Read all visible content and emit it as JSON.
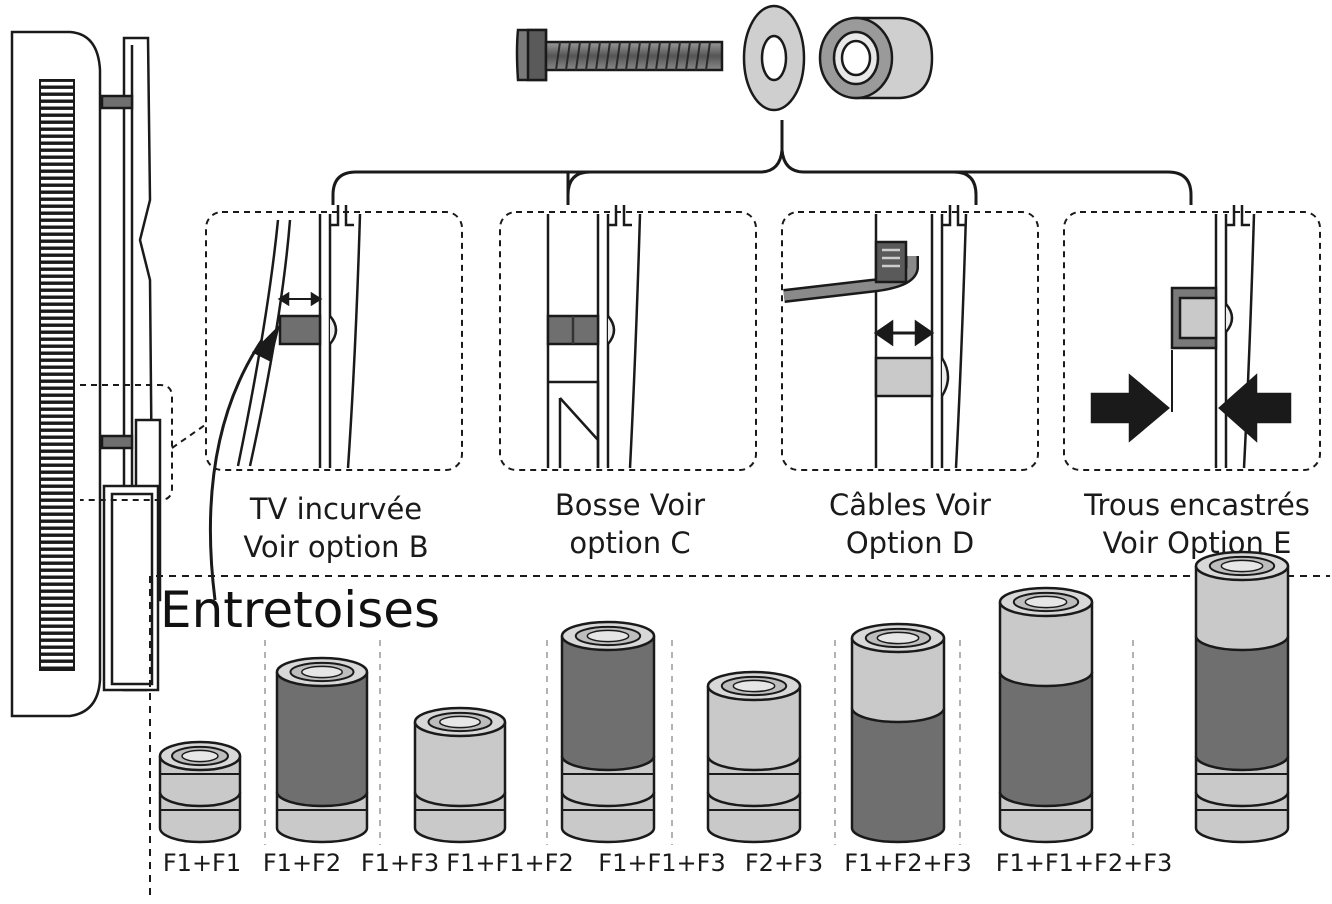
{
  "options": [
    {
      "line1": "TV incurvée",
      "line2": "Voir option B"
    },
    {
      "line1": "Bosse Voir",
      "line2": "option C"
    },
    {
      "line1": "Câbles Voir",
      "line2": "Option D"
    },
    {
      "line1": "Trous encastrés",
      "line2": "Voir Option E"
    }
  ],
  "spacers": {
    "heading": "Entretoises",
    "combinations": [
      "F1+F1",
      "F1+F2",
      "F1+F3",
      "F1+F1+F2",
      "F1+F1+F3",
      "F2+F3",
      "F1+F2+F3",
      "F1+F1+F2+F3"
    ]
  },
  "colors": {
    "line": "#1a1a1a",
    "dark_spacer": "#6f6f6f",
    "light_spacer": "#c9c9c9",
    "hardware": "#555555"
  }
}
